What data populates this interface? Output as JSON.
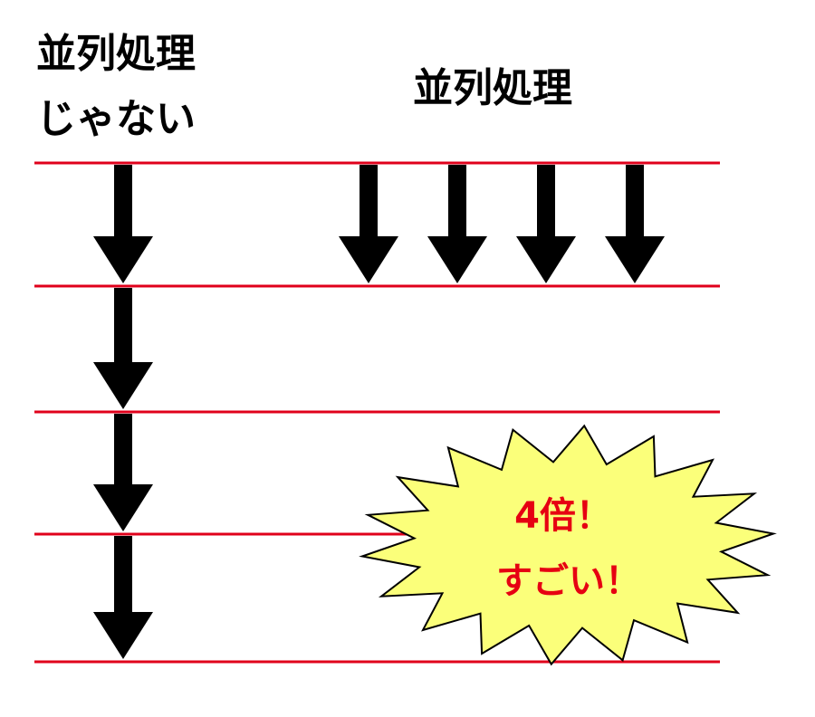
{
  "labels": {
    "sequential_line1": "並列処理",
    "sequential_line2": "じゃない",
    "parallel": "並列処理"
  },
  "callout": {
    "line1": "4倍！",
    "line2": "すごい！"
  },
  "colors": {
    "separator": "#e0001b",
    "arrow": "#000000",
    "burst_fill": "#fbff7a",
    "burst_stroke": "#000000",
    "callout_text": "#e60012"
  },
  "diagram": {
    "separator_count": 5,
    "sequential_steps": 4,
    "parallel_steps": 4
  }
}
